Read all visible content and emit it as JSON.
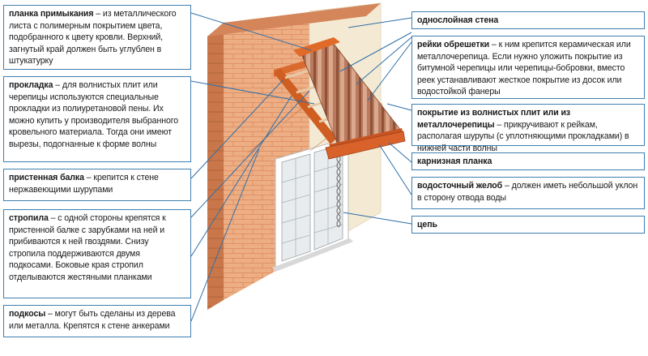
{
  "callouts": {
    "planka_primykaniya": {
      "term": "планка примыкания",
      "desc": " – из металлического листа с полимерным покрытием цвета, подобранного к цвету кровли. Верхний, загнутый край должен быть углублен в штукатурку"
    },
    "prokladka": {
      "term": "прокладка",
      "desc": " – для волнистых плит или черепицы используются специальные прокладки из полиуретановой пены. Их можно купить у производителя выбранного кровельного материала. Тогда они имеют вырезы, подогнанные к форме волны"
    },
    "pristennaya_balka": {
      "term": "пристенная балка",
      "desc": " – крепится к стене нержавеющими шурупами"
    },
    "stropila": {
      "term": "стропила",
      "desc": " – с одной стороны крепятся к пристенной балке с зарубками на ней и прибиваются к ней гвоздями. Снизу стропила поддерживаются двумя подкосами. Боковые края стропил отделываются жестяными планками"
    },
    "podkosy": {
      "term": "подкосы",
      "desc": " – могут быть сделаны из дерева или металла. Крепятся к стене анкерами"
    },
    "odnosloinaya_stena": {
      "term": "однослойная стена",
      "desc": ""
    },
    "reiki_obreshetki": {
      "term": "рейки обрешетки",
      "desc": " – к ним крепится керамическая или металлочерепица. Если нужно уложить покрытие из битумной черепицы или черепицы-бобровки, вместо реек устанавливают жесткое покрытие из досок или водостойкой фанеры"
    },
    "pokrytie": {
      "term": "покрытие из волнистых плит или из металлочерепицы",
      "desc": " – прикручивают к рейкам, располагая шурупы (с уплотняющими прокладками) в нижней части волны"
    },
    "karniznaya_planka": {
      "term": "карнизная планка",
      "desc": ""
    },
    "vodostochny_zhelob": {
      "term": "водосточный желоб",
      "desc": " – должен иметь небольшой уклон в сторону отвода воды"
    },
    "tsep": {
      "term": "цепь",
      "desc": ""
    }
  },
  "colors": {
    "brick": "#e9a57a",
    "brick_dark": "#b86a3f",
    "stucco": "#f3e8d0",
    "roof": "#d9622b",
    "roof_dark": "#9e3f18",
    "callout_border": "#3e7fb0",
    "leader": "#2f6fa8"
  }
}
